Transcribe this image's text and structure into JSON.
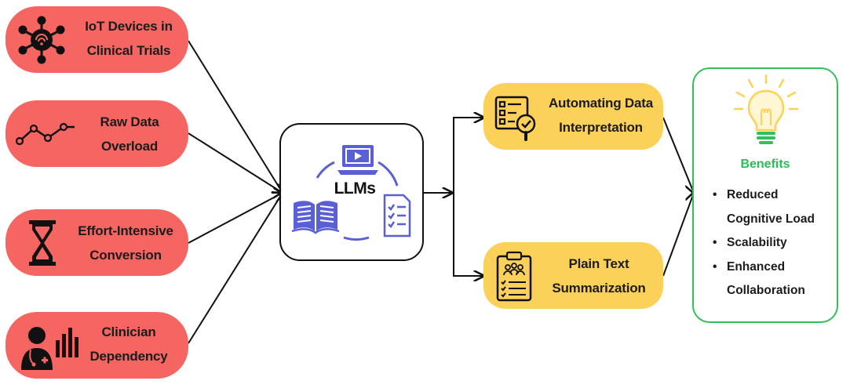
{
  "inputs": [
    {
      "id": "iot",
      "lines": [
        "IoT Devices in",
        "Clinical Trials"
      ],
      "icon": "iot-network-icon"
    },
    {
      "id": "raw",
      "lines": [
        "Raw Data",
        "Overload"
      ],
      "icon": "line-chart-icon"
    },
    {
      "id": "effort",
      "lines": [
        "Effort-Intensive",
        "Conversion"
      ],
      "icon": "hourglass-icon"
    },
    {
      "id": "clinician",
      "lines": [
        "Clinician",
        "Dependency"
      ],
      "icon": "doctor-chart-icon"
    }
  ],
  "center": {
    "label": "LLMs",
    "icons": [
      "laptop-icon",
      "open-book-icon",
      "checklist-icon"
    ]
  },
  "outputs": [
    {
      "id": "interp",
      "lines": [
        "Automating Data",
        "Interpretation"
      ],
      "icon": "checklist-magnifier-icon"
    },
    {
      "id": "summ",
      "lines": [
        "Plain Text",
        "Summarization"
      ],
      "icon": "clipboard-team-icon"
    }
  ],
  "benefits": {
    "icon": "lightbulb-icon",
    "title": "Benefits",
    "items": [
      {
        "lines": [
          "Reduced",
          "Cognitive Load"
        ]
      },
      {
        "lines": [
          "Scalability"
        ]
      },
      {
        "lines": [
          "Enhanced",
          "Collaboration"
        ]
      }
    ]
  },
  "colors": {
    "input_fill": "#f56562",
    "output_fill": "#fcd159",
    "benefit_accent": "#33c05a",
    "llm_icon": "#5b5fd6",
    "arrow": "#111111"
  }
}
